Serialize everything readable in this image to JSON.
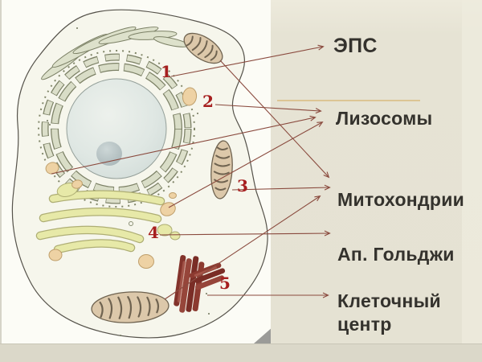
{
  "diagram": {
    "markers": [
      {
        "value": "1",
        "organelle": "endoplasmic-reticulum"
      },
      {
        "value": "2",
        "organelle": "lysosome"
      },
      {
        "value": "3",
        "organelle": "mitochondrion"
      },
      {
        "value": "4",
        "organelle": "golgi-apparatus"
      },
      {
        "value": "5",
        "organelle": "cell-center-centrioles"
      }
    ]
  },
  "labels": {
    "eps": "ЭПС",
    "lysosomes": "Лизосомы",
    "mitochondria": "Митохондрии",
    "golgi": "Ап. Гольджи",
    "cell_center": "Клеточный центр"
  },
  "connections": [
    {
      "from": "marker-1-endoplasmic-reticulum",
      "to": "ЭПС"
    },
    {
      "from": "marker-2-lysosome",
      "to": "Лизосомы"
    },
    {
      "from": "lysosome-left-of-nucleus",
      "to": "Лизосомы"
    },
    {
      "from": "lysosome-center",
      "to": "Лизосомы"
    },
    {
      "from": "mitochondrion-top",
      "to": "Митохондрии"
    },
    {
      "from": "marker-3-mitochondrion",
      "to": "Митохондрии"
    },
    {
      "from": "mitochondrion-bottom",
      "to": "Митохондрии"
    },
    {
      "from": "marker-4-golgi",
      "to": "Ап. Гольджи"
    },
    {
      "from": "marker-5-centrioles",
      "to": "Клеточный центр"
    }
  ],
  "colors": {
    "panel_bg": "#e6e3d4",
    "bottom_strip": "#dbd8c9",
    "image_bg": "#fcfcf6",
    "arrow": "#8a4a3e",
    "marker_number": "#a61f1f",
    "label_text": "#34322d",
    "divider": "#dcc594",
    "corner_triangle": "#9b9b98"
  }
}
